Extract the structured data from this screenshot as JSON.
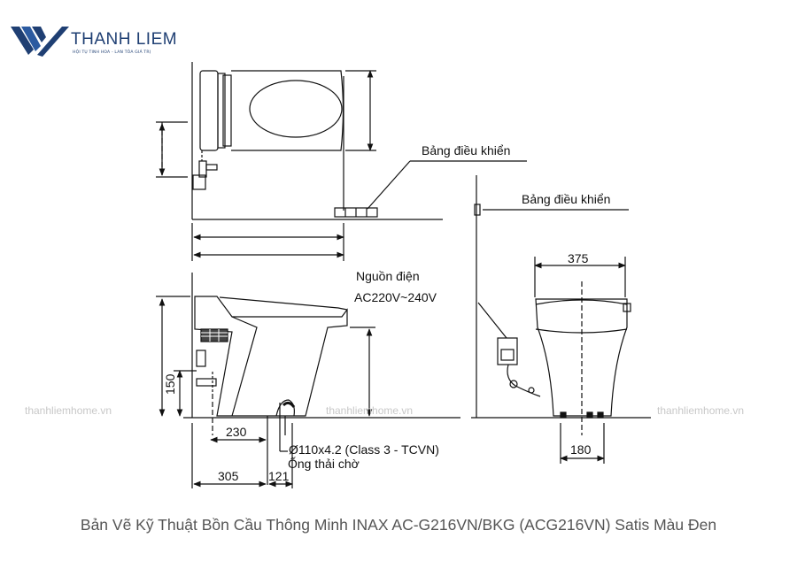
{
  "brand": {
    "name": "THANH LIEM",
    "tagline": "HỘI TỤ TINH HOA - LAN TỎA GIÁ TRỊ",
    "color": "#1f3f73"
  },
  "watermarks": [
    "thanhliemhome.vn",
    "thanhliemhome.vn",
    "thanhliemhome.vn"
  ],
  "labels": {
    "control_panel_top": "Bảng điều khiển",
    "control_panel_right": "Bảng điều khiển",
    "power_source": "Nguồn điện",
    "voltage": "AC220V~240V",
    "pipe_spec": "Ø110x4.2 (Class 3 - TCVN)",
    "waste_pipe": "Ống thải chờ"
  },
  "dimensions": {
    "width_top": "375",
    "base_width": "180",
    "height_150": "150",
    "d230": "230",
    "d305": "305",
    "d121": "121"
  },
  "caption": "Bản Vẽ Kỹ Thuật Bồn Cầu Thông Minh INAX AC-G216VN/BKG (ACG216VN) Satis Màu Đen"
}
